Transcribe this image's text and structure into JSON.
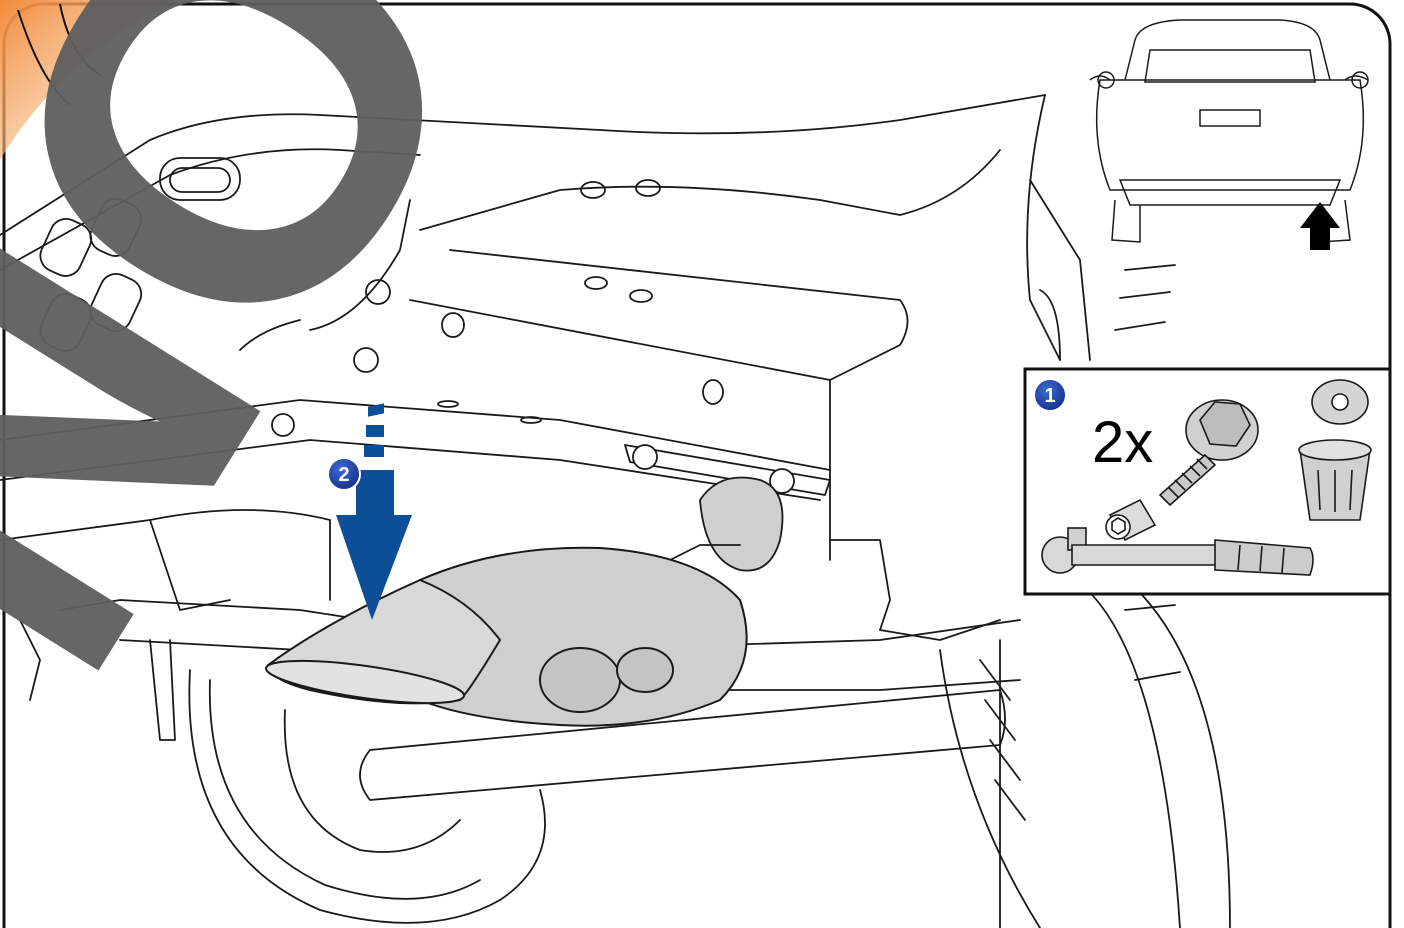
{
  "steps": {
    "tools_badge": "1",
    "lower_badge": "2"
  },
  "parts_box": {
    "quantity": "2x",
    "items": [
      "bolt-icon",
      "socket-icon",
      "ratchet-icon",
      "plug-cap-icon"
    ]
  },
  "watermark": {
    "text": "NO OK"
  },
  "colors": {
    "badge_blue": "#1a3d9e",
    "arrow_blue": "#0d4f96",
    "part_grey": "#cfcfcf",
    "watermark_grey": "#5e5e5e",
    "corner_orange": "#f28a3a",
    "outline": "#1a1a1a"
  }
}
